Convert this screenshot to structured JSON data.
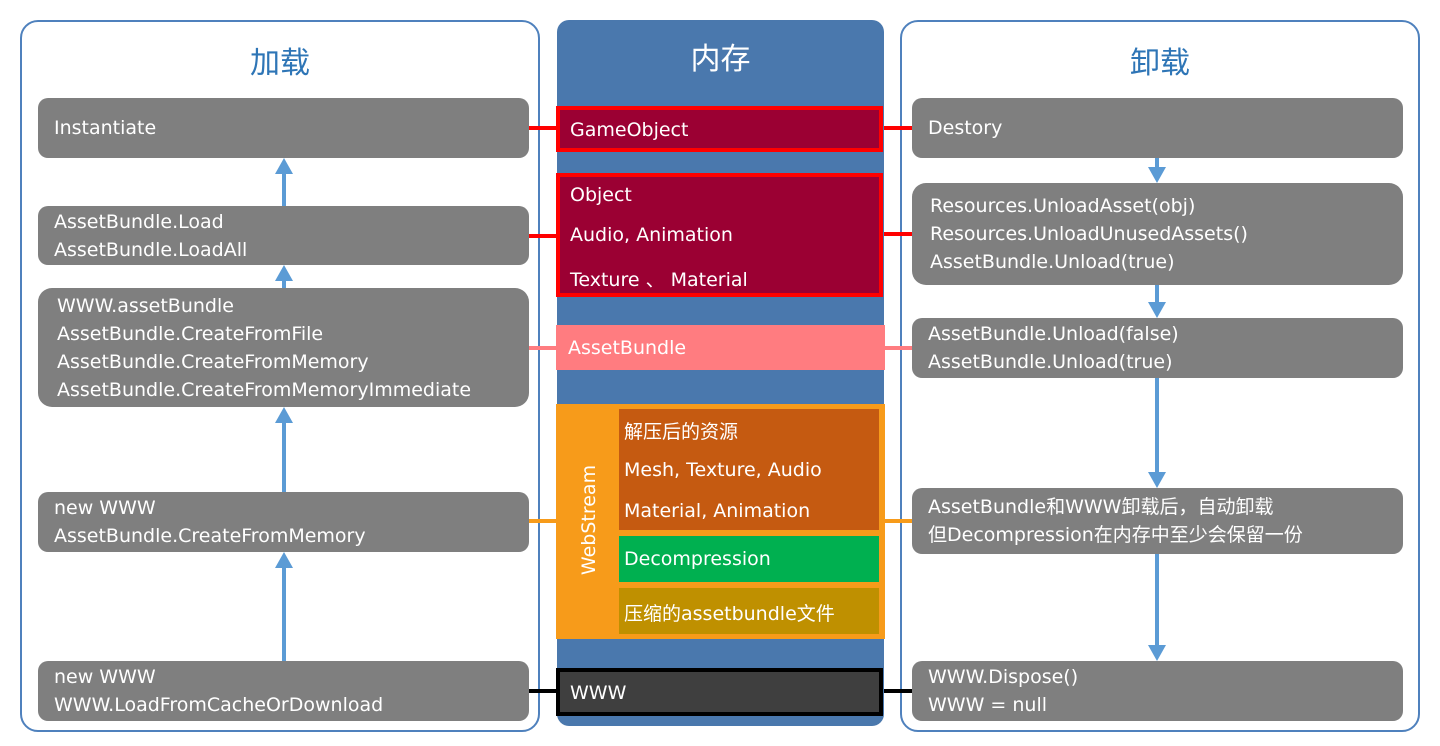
{
  "panels": {
    "load": {
      "title": "加载"
    },
    "memory": {
      "title": "内存"
    },
    "unload": {
      "title": "卸载"
    }
  },
  "load_steps": [
    {
      "lines": [
        "Instantiate"
      ]
    },
    {
      "lines": [
        "AssetBundle.Load",
        "AssetBundle.LoadAll"
      ]
    },
    {
      "lines": [
        "WWW.assetBundle",
        "AssetBundle.CreateFromFile",
        "AssetBundle.CreateFromMemory",
        "AssetBundle.CreateFromMemoryImmediate"
      ]
    },
    {
      "lines": [
        "new WWW",
        "AssetBundle.CreateFromMemory"
      ]
    },
    {
      "lines": [
        "new WWW",
        "WWW.LoadFromCacheOrDownload"
      ]
    }
  ],
  "memory_items": {
    "gameobject": "GameObject",
    "objects": [
      "Object",
      "Audio, Animation",
      "Texture 、 Material"
    ],
    "assetbundle": "AssetBundle",
    "webstream": {
      "label": "WebStream",
      "decompressed": [
        "解压后的资源",
        "Mesh, Texture, Audio",
        "Material, Animation"
      ],
      "decompression": "Decompression",
      "compressed": "压缩的assetbundle文件"
    },
    "www": "WWW"
  },
  "unload_steps": [
    {
      "lines": [
        "Destory"
      ]
    },
    {
      "lines": [
        "Resources.UnloadAsset(obj)",
        "Resources.UnloadUnusedAssets()",
        "AssetBundle.Unload(true)"
      ]
    },
    {
      "lines": [
        "AssetBundle.Unload(false)",
        "AssetBundle.Unload(true)"
      ]
    },
    {
      "lines": [
        "AssetBundle和WWW卸载后，自动卸载",
        "但Decompression在内存中至少会保留一份"
      ]
    },
    {
      "lines": [
        "WWW.Dispose()",
        "WWW = null"
      ]
    }
  ],
  "colors": {
    "panel_border": "#4f81bd",
    "title_blue": "#2e75b6",
    "memory_bg": "#4a78ad",
    "step_box": "#7f7f7f",
    "arrow": "#5b9bd5",
    "gameobject_fill": "#9b0033",
    "red_border": "#ff0000",
    "assetbundle_fill": "#ff7c80",
    "webstream_fill": "#f79b1a",
    "decompressed_fill": "#c55a11",
    "decompression_fill": "#00b050",
    "compressed_fill": "#bf9000",
    "www_fill": "#3f3f3f"
  }
}
